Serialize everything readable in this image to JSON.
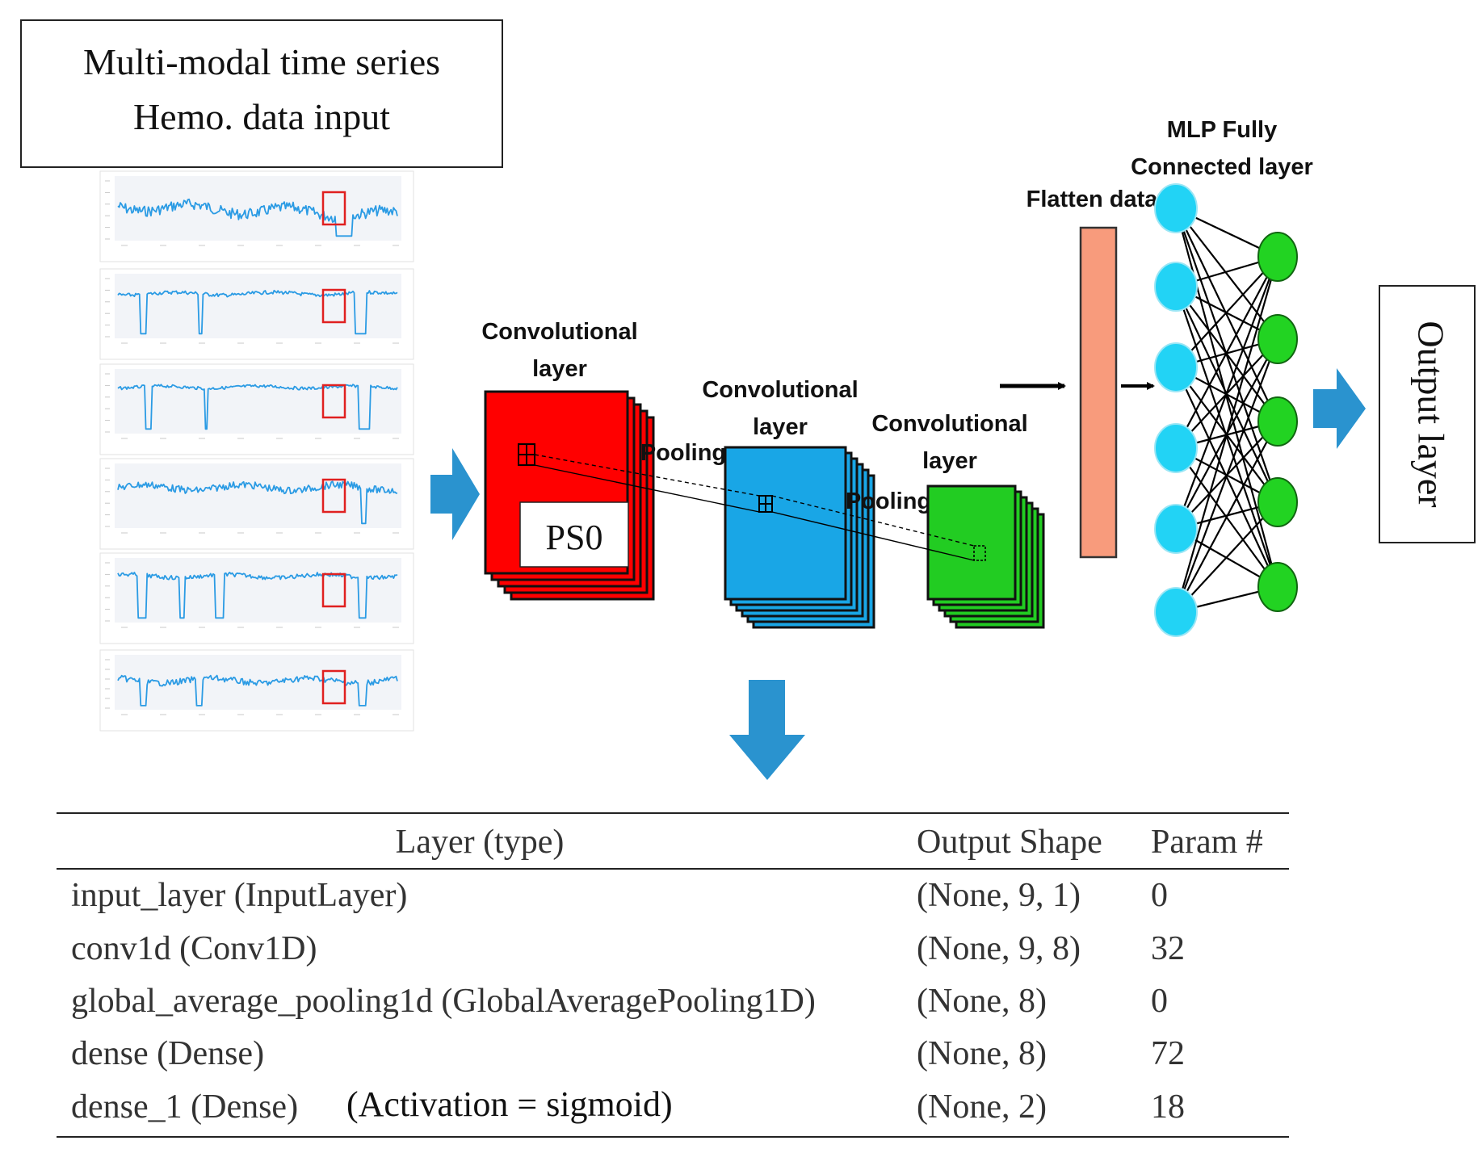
{
  "input_box": {
    "line1": "Multi-modal time series",
    "line2": "Hemo. data input"
  },
  "conv1": {
    "line1": "Convolutional",
    "line2": "layer",
    "inner_label": "PS0",
    "color": "#ff0000"
  },
  "pooling1": "Pooling",
  "conv2": {
    "line1": "Convolutional",
    "line2": "layer",
    "color": "#19a6e6"
  },
  "pooling2": "Pooling",
  "conv3": {
    "line1": "Convolutional",
    "line2": "layer",
    "color": "#22cc22"
  },
  "flatten": {
    "label": "Flatten data",
    "color": "#f89b7c"
  },
  "mlp": {
    "line1": "MLP Fully",
    "line2": "Connected layer",
    "input_color": "#22d3f5",
    "output_color": "#22d322"
  },
  "output_box": "Output layer",
  "arrow_color": "#2a93cf",
  "highlight_color": "#e02020",
  "line_color": "#2b9be4",
  "table": {
    "headers": [
      "Layer (type)",
      "Output Shape",
      "Param #"
    ],
    "rows": [
      {
        "layer": "input_layer (InputLayer)",
        "shape": "(None, 9, 1)",
        "params": "0"
      },
      {
        "layer": "conv1d (Conv1D)",
        "shape": "(None, 9, 8)",
        "params": "32"
      },
      {
        "layer": "global_average_pooling1d (GlobalAveragePooling1D)",
        "shape": "(None, 8)",
        "params": "0"
      },
      {
        "layer": "dense (Dense)",
        "shape": "(None, 8)",
        "params": "72"
      },
      {
        "layer": "dense_1 (Dense)",
        "shape": "(None, 2)",
        "params": "18"
      }
    ],
    "activation_note": "(Activation = sigmoid)"
  }
}
